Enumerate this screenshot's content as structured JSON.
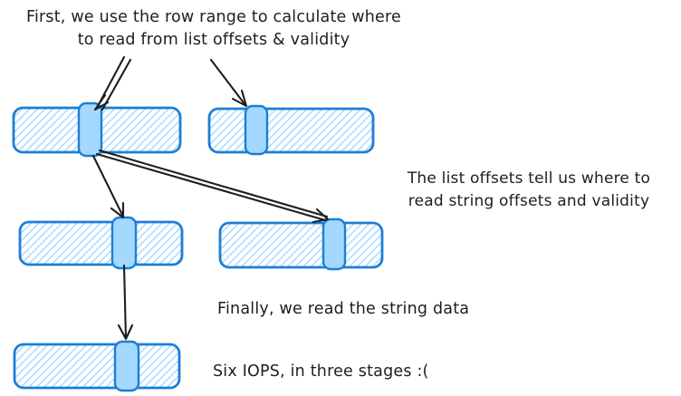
{
  "colors": {
    "stroke": "#1c7ed6",
    "fill": "#a5d8ff",
    "ink": "#1e1e1e",
    "background": "#ffffff"
  },
  "labels": {
    "step1_line1": "First, we use the row range to calculate where",
    "step1_line2": "to read from list offsets & validity",
    "step2_line1": "The list offsets tell us where to",
    "step2_line2": "read string offsets and validity",
    "step3": "Finally, we read the string data",
    "summary": "Six IOPS, in three stages :("
  }
}
